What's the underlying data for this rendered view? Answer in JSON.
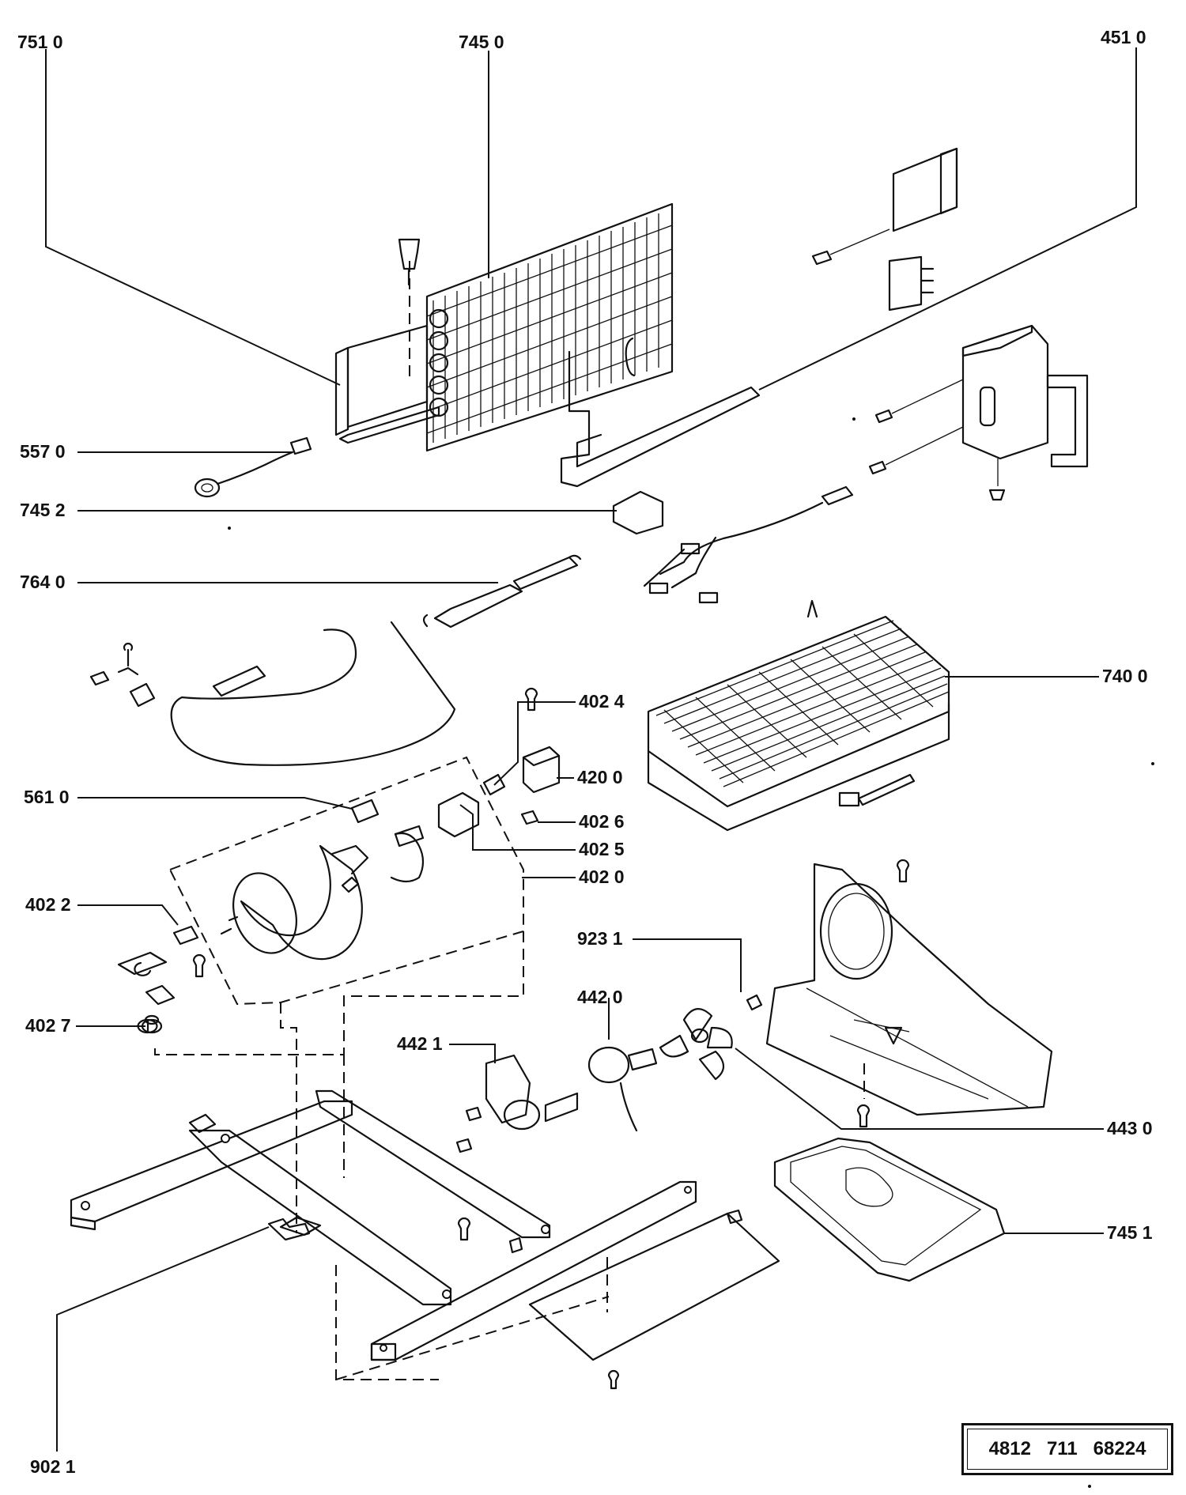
{
  "diagram": {
    "labels": [
      {
        "id": "p7510",
        "text": "751 0"
      },
      {
        "id": "p7450",
        "text": "745 0"
      },
      {
        "id": "p4510",
        "text": "451 0"
      },
      {
        "id": "p5570",
        "text": "557 0"
      },
      {
        "id": "p7452",
        "text": "745 2"
      },
      {
        "id": "p7640",
        "text": "764 0"
      },
      {
        "id": "p7400",
        "text": "740 0"
      },
      {
        "id": "p4024",
        "text": "402 4"
      },
      {
        "id": "p4200",
        "text": "420 0"
      },
      {
        "id": "p5610",
        "text": "561 0"
      },
      {
        "id": "p4026",
        "text": "402 6"
      },
      {
        "id": "p4025",
        "text": "402 5"
      },
      {
        "id": "p4020",
        "text": "402 0"
      },
      {
        "id": "p4022",
        "text": "402 2"
      },
      {
        "id": "p9231",
        "text": "923 1"
      },
      {
        "id": "p4420",
        "text": "442 0"
      },
      {
        "id": "p4027",
        "text": "402 7"
      },
      {
        "id": "p4421",
        "text": "442 1"
      },
      {
        "id": "p4430",
        "text": "443 0"
      },
      {
        "id": "p7451",
        "text": "745 1"
      },
      {
        "id": "p9021",
        "text": "902 1"
      }
    ],
    "document_number": "4812   711   68224"
  }
}
